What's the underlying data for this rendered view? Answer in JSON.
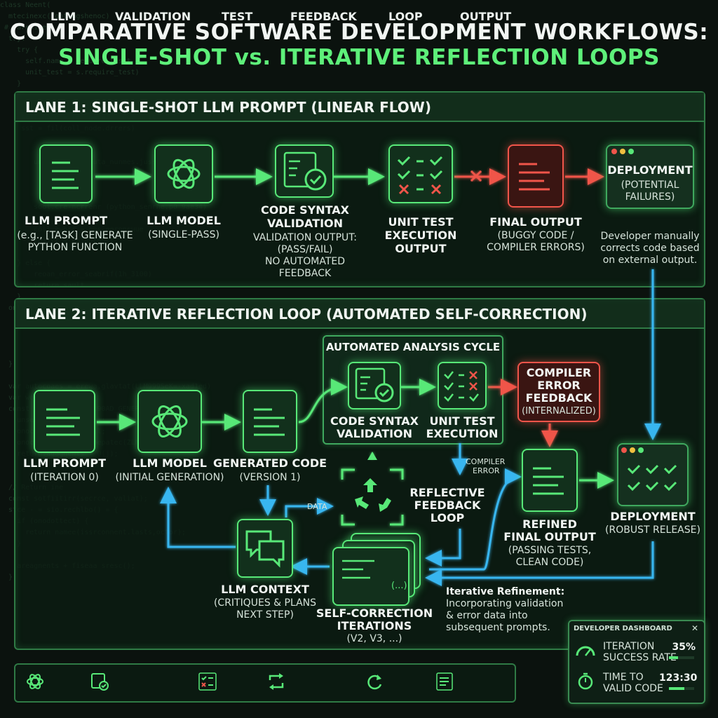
{
  "title": {
    "line1": "COMPARATIVE SOFTWARE DEVELOPMENT WORKFLOWS:",
    "line2": "SINGLE-SHOT vs. ITERATIVE REFLECTION LOOPS"
  },
  "lane1": {
    "header": "LANE 1: SINGLE-SHOT LLM PROMPT (LINEAR FLOW)",
    "prompt": {
      "label": "LLM PROMPT",
      "sub1": "(e.g., [TASK] GENERATE",
      "sub2": "PYTHON FUNCTION"
    },
    "model": {
      "label": "LLM MODEL",
      "sub": "(SINGLE-PASS)"
    },
    "syntax": {
      "label1": "CODE SYNTAX",
      "label2": "VALIDATION",
      "sub1": "VALIDATION OUTPUT:",
      "sub2": "(PASS/FAIL)",
      "sub3": "NO AUTOMATED",
      "sub4": "FEEDBACK"
    },
    "unittest": {
      "label1": "UNIT TEST",
      "label2": "EXECUTION",
      "label3": "OUTPUT"
    },
    "final": {
      "label": "FINAL OUTPUT",
      "sub1": "(BUGGY CODE /",
      "sub2": "COMPILER ERRORS)"
    },
    "deploy": {
      "label": "DEPLOYMENT",
      "sub1": "(POTENTIAL",
      "sub2": "FAILURES)"
    },
    "note": {
      "line1": "Developer manually",
      "line2": "corrects code based",
      "line3": "on external output."
    }
  },
  "lane2": {
    "header": "LANE 2: ITERATIVE REFLECTION LOOP (AUTOMATED SELF-CORRECTION)",
    "cycle_title": "AUTOMATED ANALYSIS CYCLE",
    "prompt": {
      "label": "LLM PROMPT",
      "sub": "(ITERATION 0)"
    },
    "model": {
      "label": "LLM MODEL",
      "sub": "(INITIAL GENERATION)"
    },
    "generated": {
      "label": "GENERATED CODE",
      "sub": "(VERSION 1)"
    },
    "syntax": {
      "label1": "CODE SYNTAX",
      "label2": "VALIDATION"
    },
    "unittest": {
      "label1": "UNIT TEST",
      "label2": "EXECUTION"
    },
    "compiler": {
      "line1": "COMPILER",
      "line2": "ERROR",
      "line3": "FEEDBACK",
      "line4": "(INTERNALIZED)"
    },
    "compiler_error_tag": {
      "line1": "COMPILER",
      "line2": "ERROR"
    },
    "data_tag": "DATA",
    "loop": {
      "line1": "REFLECTIVE",
      "line2": "FEEDBACK",
      "line3": "LOOP"
    },
    "refined": {
      "label1": "REFINED",
      "label2": "FINAL OUTPUT",
      "sub1": "(PASSING TESTS,",
      "sub2": "CLEAN CODE)"
    },
    "deploy": {
      "label": "DEPLOYMENT",
      "sub": "(ROBUST RELEASE)"
    },
    "context": {
      "label": "LLM CONTEXT",
      "sub1": "(CRITIQUES & PLANS",
      "sub2": "NEXT STEP)"
    },
    "iterations": {
      "label1": "SELF-CORRECTION",
      "label2": "ITERATIONS",
      "sub": "(V2, V3, ...)",
      "code_glyph": "(...)"
    },
    "refine_note": {
      "title": "Iterative Refinement:",
      "line1": "Incorporating validation",
      "line2": "& error data into",
      "line3": "subsequent prompts."
    }
  },
  "legend": [
    "LLM",
    "VALIDATION",
    "TEST",
    "FEEDBACK",
    "LOOP",
    "OUTPUT"
  ],
  "dashboard": {
    "title": "DEVELOPER DASHBOARD",
    "close": "✕",
    "metric1": {
      "label1": "ITERATION",
      "label2": "SUCCESS RATE",
      "value": "35%",
      "fill": 0.35
    },
    "metric2": {
      "label1": "TIME TO",
      "label2": "VALID CODE",
      "value": "123:30",
      "fill": 0.6
    }
  },
  "colors": {
    "green": "#58e878",
    "red": "#f0554a",
    "blue": "#38b6f0"
  }
}
